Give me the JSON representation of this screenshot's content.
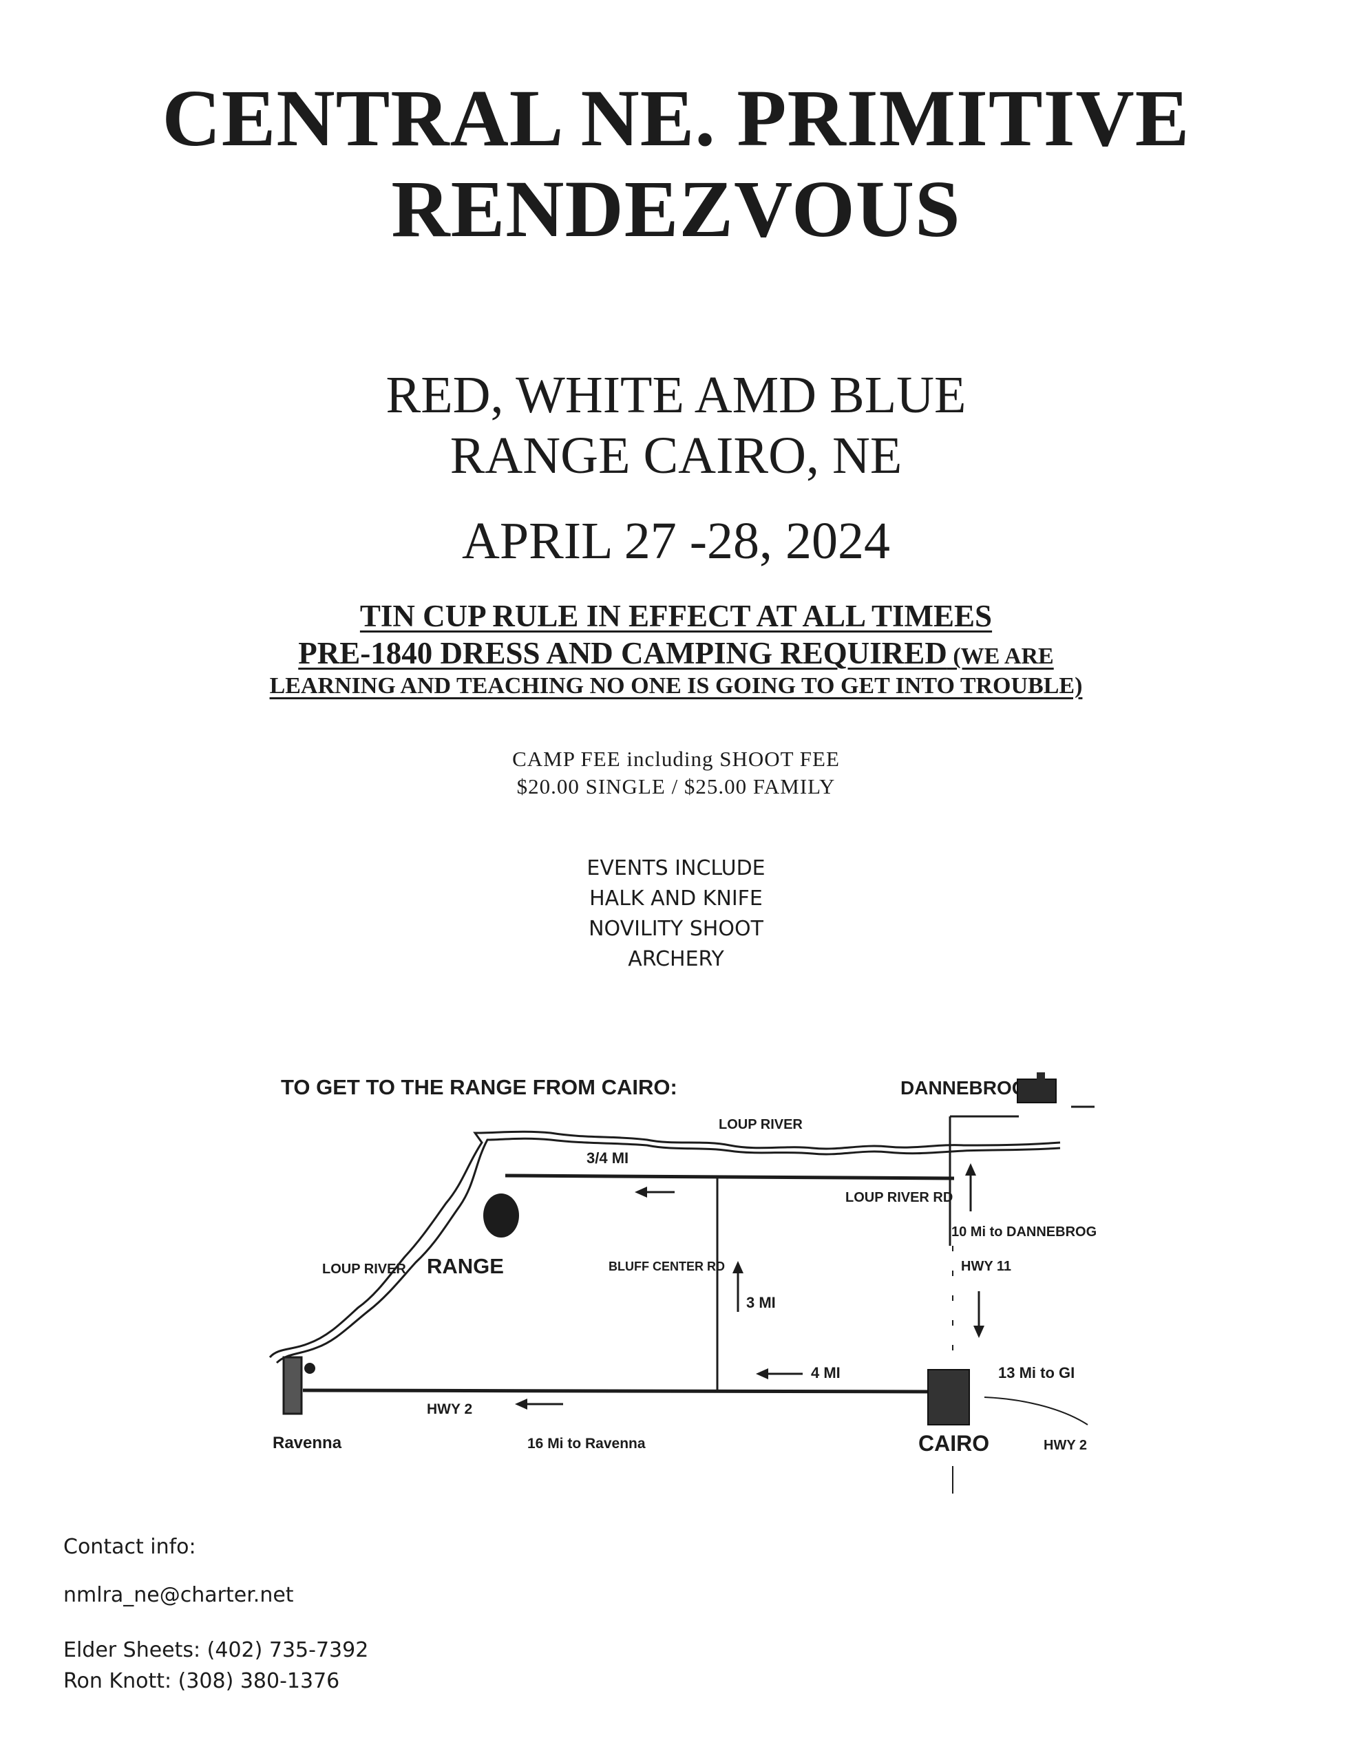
{
  "header": {
    "title_line1": "CENTRAL NE. PRIMITIVE",
    "title_line2": "RENDEZVOUS"
  },
  "venue": {
    "line1": "RED, WHITE AMD BLUE",
    "line2": "RANGE CAIRO, NE",
    "date": "APRIL 27 -28, 2024"
  },
  "rules": {
    "line1": "TIN CUP RULE IN EFFECT AT ALL TIMEES",
    "line2_main": "PRE-1840 DRESS AND CAMPING REQUIRED",
    "line2_small": " (WE ARE",
    "line3": "LEARNING AND TEACHING NO ONE IS GOING TO GET INTO TROUBLE)"
  },
  "fees": {
    "line1": "CAMP FEE including SHOOT FEE",
    "line2": "$20.00 SINGLE / $25.00 FAMILY"
  },
  "events": {
    "heading": "EVENTS INCLUDE",
    "items": [
      "HALK AND KNIFE",
      "NOVILITY SHOOT",
      "ARCHERY"
    ]
  },
  "map": {
    "heading": "TO GET TO THE RANGE FROM CAIRO:",
    "labels": {
      "dannebrog": "DANNEBROG",
      "loup_river_top": "LOUP RIVER",
      "three_quarter_mi": "3/4 MI",
      "loup_river_rd": "LOUP RIVER RD",
      "ten_mi_dannebrog": "10 Mi to DANNEBROG",
      "hwy11": "HWY 11",
      "loup_river_left": "LOUP RIVER",
      "range": "RANGE",
      "bluff_center_rd": "BLUFF CENTER RD",
      "three_mi": "3 MI",
      "four_mi": "4 MI",
      "thirteen_mi_gi": "13 Mi to GI",
      "hwy2_left": "HWY 2",
      "hwy2_right": "HWY 2",
      "ravenna": "Ravenna",
      "sixteen_mi_ravenna": "16 Mi to Ravenna",
      "cairo": "CAIRO"
    }
  },
  "contact": {
    "heading": "Contact info:",
    "email": "nmlra_ne@charter.net",
    "person1": "Elder Sheets: (402) 735-7392",
    "person2": "Ron Knott: (308) 380-1376"
  }
}
